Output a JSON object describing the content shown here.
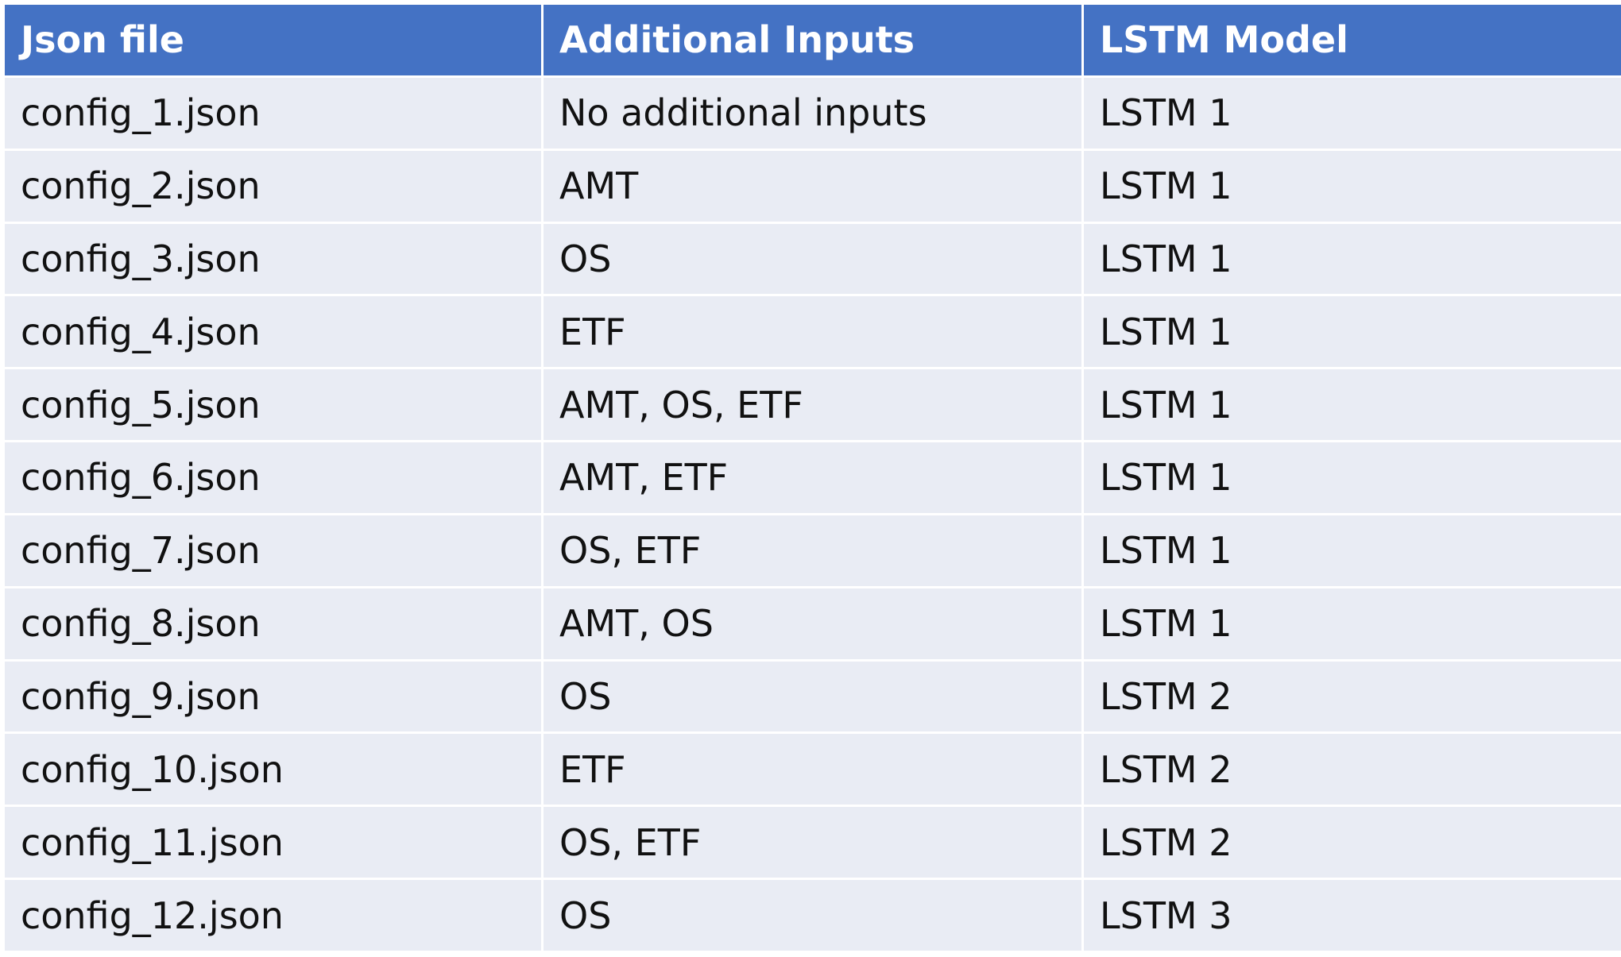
{
  "table": {
    "headers": [
      "Json file",
      "Additional Inputs",
      "LSTM Model"
    ],
    "rows": [
      [
        "config_1.json",
        "No additional inputs",
        "LSTM 1"
      ],
      [
        "config_2.json",
        "AMT",
        "LSTM 1"
      ],
      [
        "config_3.json",
        "OS",
        "LSTM 1"
      ],
      [
        "config_4.json",
        "ETF",
        "LSTM 1"
      ],
      [
        "config_5.json",
        "AMT, OS, ETF",
        "LSTM 1"
      ],
      [
        "config_6.json",
        "AMT, ETF",
        "LSTM 1"
      ],
      [
        "config_7.json",
        "OS, ETF",
        "LSTM 1"
      ],
      [
        "config_8.json",
        "AMT, OS",
        "LSTM 1"
      ],
      [
        "config_9.json",
        "OS",
        "LSTM 2"
      ],
      [
        "config_10.json",
        "ETF",
        "LSTM 2"
      ],
      [
        "config_11.json",
        "OS, ETF",
        "LSTM 2"
      ],
      [
        "config_12.json",
        "OS",
        "LSTM 3"
      ]
    ]
  },
  "colors": {
    "header_background": "#4472c4",
    "header_text": "#ffffff",
    "row_background": "#e9ecf4",
    "row_text": "#111111"
  }
}
